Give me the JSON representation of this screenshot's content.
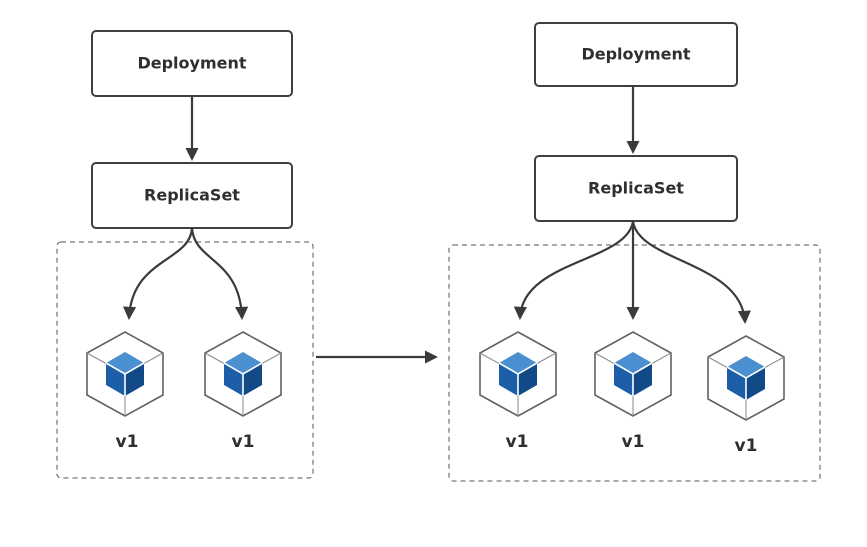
{
  "diagram": {
    "left": {
      "deployment_label": "Deployment",
      "replicaset_label": "ReplicaSet",
      "pods": [
        {
          "label": "v1"
        },
        {
          "label": "v1"
        }
      ]
    },
    "right": {
      "deployment_label": "Deployment",
      "replicaset_label": "ReplicaSet",
      "pods": [
        {
          "label": "v1"
        },
        {
          "label": "v1"
        },
        {
          "label": "v1"
        }
      ]
    }
  },
  "colors": {
    "cube_top": "#4a8fd0",
    "cube_left": "#1c5fa8",
    "cube_right": "#124a88",
    "cube_edge": "#ffffff"
  }
}
